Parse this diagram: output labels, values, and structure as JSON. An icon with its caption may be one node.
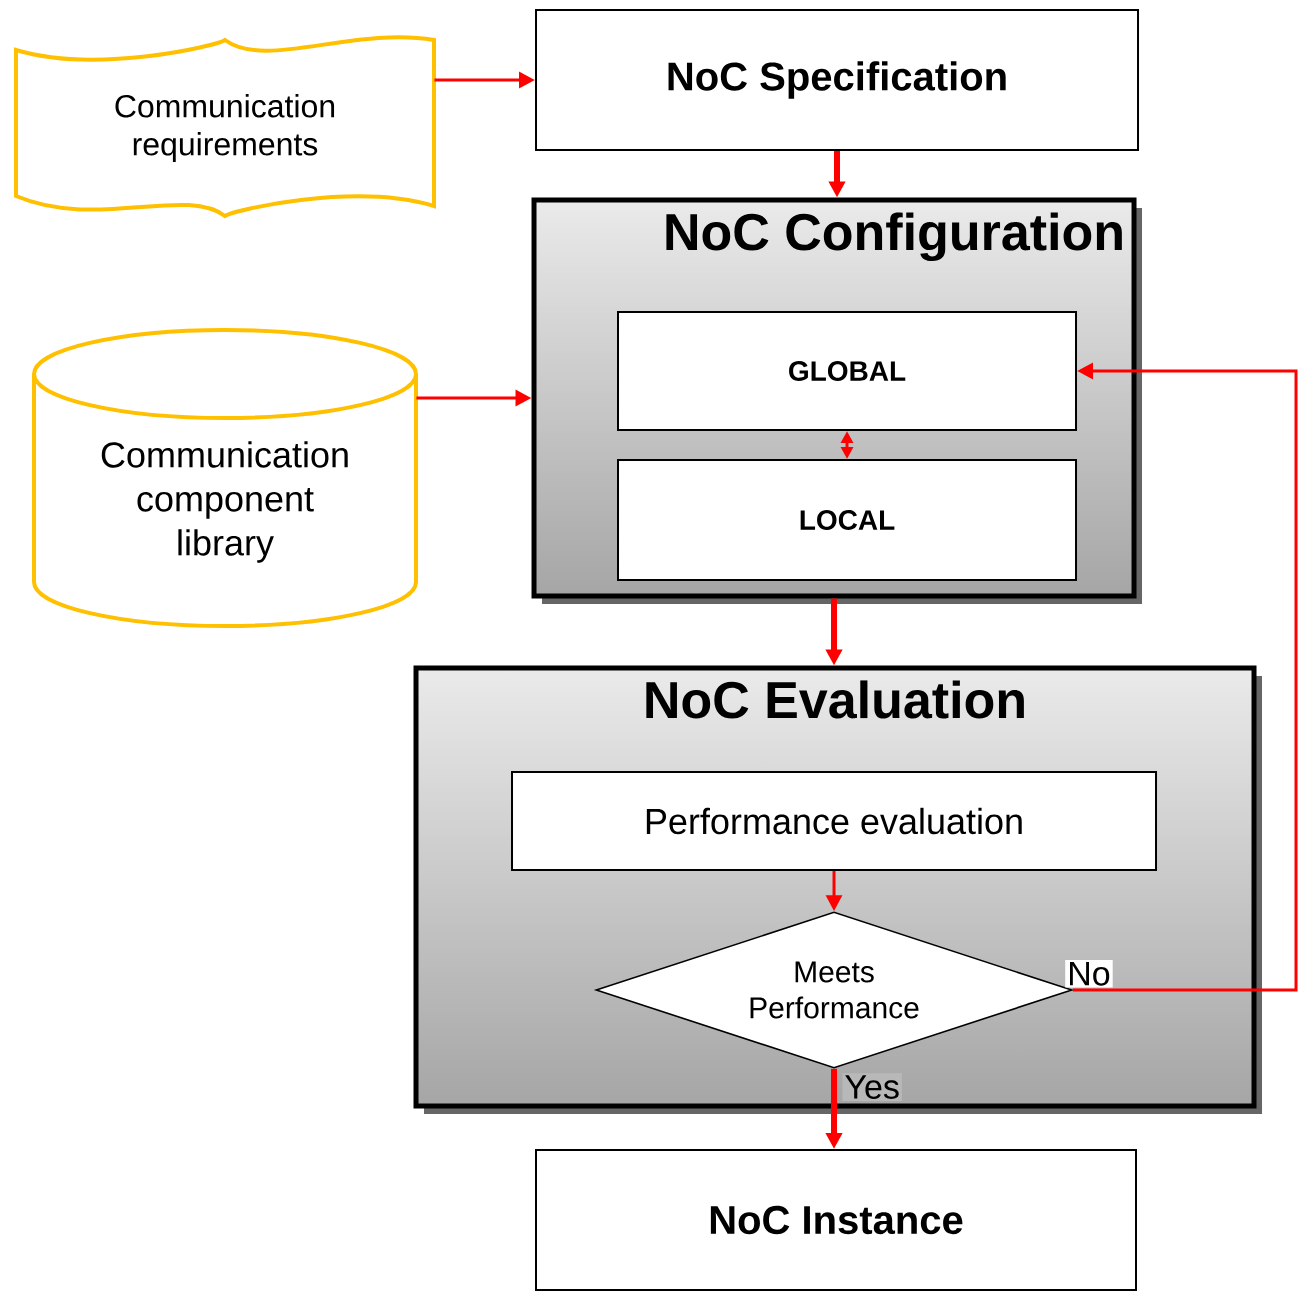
{
  "diagram": {
    "nodes": [
      {
        "text": [
          "Communication requirements"
        ]
      },
      {
        "text": [
          "NoC Specification"
        ]
      },
      {
        "text": [
          "NoC Configuration"
        ]
      },
      {
        "text": [
          "GLOBAL"
        ],
        "in": 2
      },
      {
        "text": [
          "LOCAL"
        ],
        "in": 2
      },
      {
        "text": [
          "Communication component library"
        ]
      },
      {
        "text": [
          "NoC Evaluation"
        ]
      },
      {
        "text": [
          "Performance evaluation"
        ],
        "in": 6
      },
      {
        "text": [
          "Meets Performance"
        ],
        "in": 6
      },
      {
        "text": [
          "NoC Instance"
        ]
      }
    ],
    "edges": [
      {
        "from": 0,
        "to": 1,
        "arrow": "to"
      },
      {
        "from": 1,
        "to": 2,
        "arrow": "to",
        "style": "thick"
      },
      {
        "from": 5,
        "to": 2,
        "arrow": "to"
      },
      {
        "from": 3,
        "to": 4,
        "arrow": "both"
      },
      {
        "from": 2,
        "to": 6,
        "arrow": "to",
        "style": "thick"
      },
      {
        "from": 7,
        "to": 8,
        "arrow": "to"
      },
      {
        "from": 8,
        "to": 9,
        "arrow": "to",
        "label": "Yes",
        "style": "thick"
      },
      {
        "from": 8,
        "to": 3,
        "arrow": "to",
        "label": "No"
      }
    ]
  }
}
